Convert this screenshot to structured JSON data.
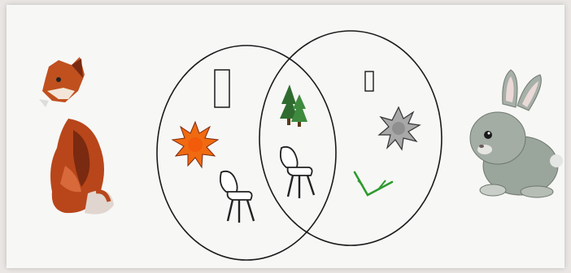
{
  "diagram": {
    "kind": "venn",
    "sets": [
      {
        "id": "left",
        "owner": "fox-icon",
        "marker": "tall-rectangle-icon"
      },
      {
        "id": "right",
        "owner": "rabbit-icon",
        "marker": "small-rectangle-icon"
      }
    ],
    "items": [
      {
        "icon": "orange-sun-icon",
        "region": "left-only",
        "color": "#f06a10"
      },
      {
        "icon": "chair-icon",
        "region": "left-only",
        "color": "#222222"
      },
      {
        "icon": "fir-trees-icon",
        "region": "intersection",
        "color": "#2f6b2f"
      },
      {
        "icon": "chair-icon",
        "region": "intersection",
        "color": "#222222"
      },
      {
        "icon": "gray-star-burst-icon",
        "region": "right-only",
        "color": "#8a8a8a"
      },
      {
        "icon": "green-twig-icon",
        "region": "right-only",
        "color": "#2e9a2e"
      }
    ],
    "colors": {
      "outline": "#1a1a1a",
      "fox_orange": "#c0501e",
      "rabbit_gray": "#9aa59c"
    }
  }
}
